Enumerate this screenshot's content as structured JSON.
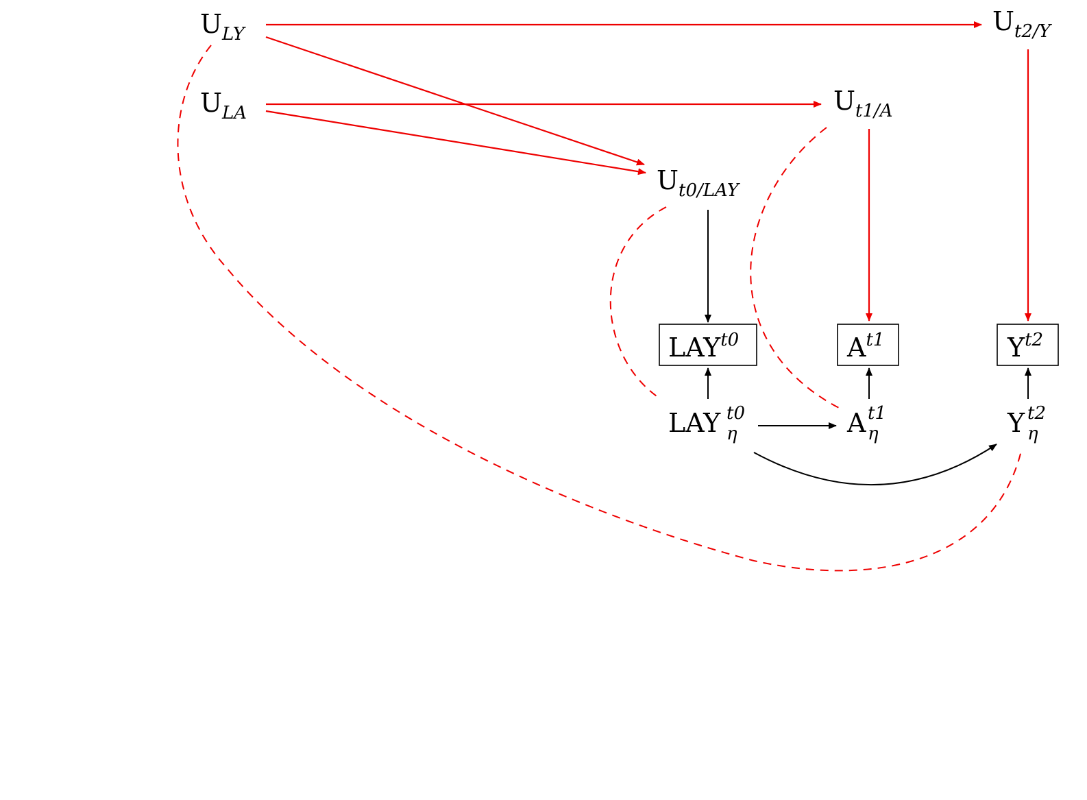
{
  "colors": {
    "unobserved_path": "#ee0000",
    "observed_path": "#000000",
    "background": "#ffffff"
  },
  "nodes": {
    "u_ly": {
      "base": "U",
      "sub": "LY",
      "sup": ""
    },
    "u_la": {
      "base": "U",
      "sub": "LA",
      "sup": ""
    },
    "u_t0": {
      "base": "U",
      "sub": "t0/LAY",
      "sup": ""
    },
    "u_t1": {
      "base": "U",
      "sub": "t1/A",
      "sup": ""
    },
    "u_t2": {
      "base": "U",
      "sub": "t2/Y",
      "sup": ""
    },
    "lay_obs": {
      "base": "LAY",
      "sub": "",
      "sup": "t0"
    },
    "a_obs": {
      "base": "A",
      "sub": "",
      "sup": "t1"
    },
    "y_obs": {
      "base": "Y",
      "sub": "",
      "sup": "t2"
    },
    "lay_eta": {
      "base": "LAY",
      "sub": "η",
      "sup": "t0"
    },
    "a_eta": {
      "base": "A",
      "sub": "η",
      "sup": "t1"
    },
    "y_eta": {
      "base": "Y",
      "sub": "η",
      "sup": "t2"
    }
  }
}
